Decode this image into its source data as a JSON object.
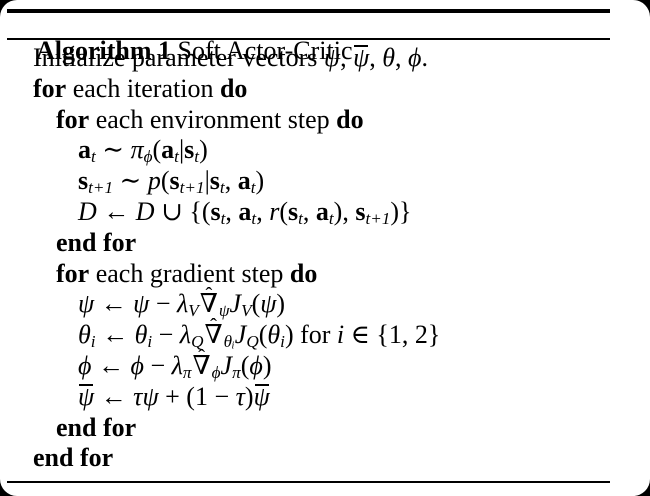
{
  "colors": {
    "background": "#000000",
    "paper": "#ffffff",
    "ink": "#000000"
  },
  "algorithm": {
    "title": {
      "bold": "Algorithm 1",
      "rest": " Soft Actor-Critic"
    },
    "lines": [
      {
        "indent": 1,
        "tokens": [
          {
            "k": "rm",
            "t": "Initialize parameter vectors "
          },
          {
            "k": "it",
            "t": "ψ"
          },
          {
            "k": "rm",
            "t": ", "
          },
          {
            "k": "it",
            "t": "ψ",
            "bar": true
          },
          {
            "k": "rm",
            "t": ", "
          },
          {
            "k": "it",
            "t": "θ"
          },
          {
            "k": "rm",
            "t": ", "
          },
          {
            "k": "it",
            "t": "ϕ"
          },
          {
            "k": "rm",
            "t": "."
          }
        ]
      },
      {
        "indent": 1,
        "tokens": [
          {
            "k": "kw",
            "t": "for"
          },
          {
            "k": "rm",
            "t": " each iteration "
          },
          {
            "k": "kw",
            "t": "do"
          }
        ]
      },
      {
        "indent": 2,
        "tokens": [
          {
            "k": "kw",
            "t": "for"
          },
          {
            "k": "rm",
            "t": " each environment step "
          },
          {
            "k": "kw",
            "t": "do"
          }
        ]
      },
      {
        "indent": 3,
        "tokens": [
          {
            "k": "bf",
            "t": "a"
          },
          {
            "k": "it",
            "t": "t",
            "pos": "sub"
          },
          {
            "k": "rm",
            "t": " ∼ "
          },
          {
            "k": "it",
            "t": "π"
          },
          {
            "k": "it",
            "t": "ϕ",
            "pos": "sub"
          },
          {
            "k": "rm",
            "t": "("
          },
          {
            "k": "bf",
            "t": "a"
          },
          {
            "k": "it",
            "t": "t",
            "pos": "sub"
          },
          {
            "k": "rm",
            "t": "|"
          },
          {
            "k": "bf",
            "t": "s"
          },
          {
            "k": "it",
            "t": "t",
            "pos": "sub"
          },
          {
            "k": "rm",
            "t": ")"
          }
        ]
      },
      {
        "indent": 3,
        "tokens": [
          {
            "k": "bf",
            "t": "s"
          },
          {
            "k": "it",
            "t": "t+1",
            "pos": "sub"
          },
          {
            "k": "rm",
            "t": " ∼ "
          },
          {
            "k": "it",
            "t": "p"
          },
          {
            "k": "rm",
            "t": "("
          },
          {
            "k": "bf",
            "t": "s"
          },
          {
            "k": "it",
            "t": "t+1",
            "pos": "sub"
          },
          {
            "k": "rm",
            "t": "|"
          },
          {
            "k": "bf",
            "t": "s"
          },
          {
            "k": "it",
            "t": "t",
            "pos": "sub"
          },
          {
            "k": "rm",
            "t": ", "
          },
          {
            "k": "bf",
            "t": "a"
          },
          {
            "k": "it",
            "t": "t",
            "pos": "sub"
          },
          {
            "k": "rm",
            "t": ")"
          }
        ]
      },
      {
        "indent": 3,
        "tokens": [
          {
            "k": "it",
            "t": "D",
            "cal": true
          },
          {
            "k": "rm",
            "t": " ← "
          },
          {
            "k": "it",
            "t": "D",
            "cal": true
          },
          {
            "k": "rm",
            "t": " ∪ {("
          },
          {
            "k": "bf",
            "t": "s"
          },
          {
            "k": "it",
            "t": "t",
            "pos": "sub"
          },
          {
            "k": "rm",
            "t": ", "
          },
          {
            "k": "bf",
            "t": "a"
          },
          {
            "k": "it",
            "t": "t",
            "pos": "sub"
          },
          {
            "k": "rm",
            "t": ", "
          },
          {
            "k": "it",
            "t": "r"
          },
          {
            "k": "rm",
            "t": "("
          },
          {
            "k": "bf",
            "t": "s"
          },
          {
            "k": "it",
            "t": "t",
            "pos": "sub"
          },
          {
            "k": "rm",
            "t": ", "
          },
          {
            "k": "bf",
            "t": "a"
          },
          {
            "k": "it",
            "t": "t",
            "pos": "sub"
          },
          {
            "k": "rm",
            "t": "), "
          },
          {
            "k": "bf",
            "t": "s"
          },
          {
            "k": "it",
            "t": "t+1",
            "pos": "sub"
          },
          {
            "k": "rm",
            "t": ")}"
          }
        ]
      },
      {
        "indent": 2,
        "tokens": [
          {
            "k": "kw",
            "t": "end for"
          }
        ]
      },
      {
        "indent": 2,
        "tokens": [
          {
            "k": "kw",
            "t": "for"
          },
          {
            "k": "rm",
            "t": " each gradient step "
          },
          {
            "k": "kw",
            "t": "do"
          }
        ]
      },
      {
        "indent": 3,
        "tokens": [
          {
            "k": "it",
            "t": "ψ"
          },
          {
            "k": "rm",
            "t": " ← "
          },
          {
            "k": "it",
            "t": "ψ"
          },
          {
            "k": "rm",
            "t": " − "
          },
          {
            "k": "it",
            "t": "λ"
          },
          {
            "k": "it",
            "t": "V",
            "pos": "sub"
          },
          {
            "k": "rm",
            "t": "∇",
            "hat": true
          },
          {
            "k": "it",
            "t": "ψ",
            "pos": "sub"
          },
          {
            "k": "it",
            "t": "J"
          },
          {
            "k": "it",
            "t": "V",
            "pos": "sub"
          },
          {
            "k": "rm",
            "t": "("
          },
          {
            "k": "it",
            "t": "ψ"
          },
          {
            "k": "rm",
            "t": ")"
          }
        ]
      },
      {
        "indent": 3,
        "tokens": [
          {
            "k": "it",
            "t": "θ"
          },
          {
            "k": "it",
            "t": "i",
            "pos": "sub"
          },
          {
            "k": "rm",
            "t": " ← "
          },
          {
            "k": "it",
            "t": "θ"
          },
          {
            "k": "it",
            "t": "i",
            "pos": "sub"
          },
          {
            "k": "rm",
            "t": " − "
          },
          {
            "k": "it",
            "t": "λ"
          },
          {
            "k": "it",
            "t": "Q",
            "pos": "sub"
          },
          {
            "k": "rm",
            "t": "∇",
            "hat": true
          },
          {
            "k": "it",
            "t": "θᵢ",
            "pos": "sub"
          },
          {
            "k": "it",
            "t": "J"
          },
          {
            "k": "it",
            "t": "Q",
            "pos": "sub"
          },
          {
            "k": "rm",
            "t": "("
          },
          {
            "k": "it",
            "t": "θ"
          },
          {
            "k": "it",
            "t": "i",
            "pos": "sub"
          },
          {
            "k": "rm",
            "t": ") for "
          },
          {
            "k": "it",
            "t": "i"
          },
          {
            "k": "rm",
            "t": " ∈ {1, 2}"
          }
        ]
      },
      {
        "indent": 3,
        "tokens": [
          {
            "k": "it",
            "t": "ϕ"
          },
          {
            "k": "rm",
            "t": " ← "
          },
          {
            "k": "it",
            "t": "ϕ"
          },
          {
            "k": "rm",
            "t": " − "
          },
          {
            "k": "it",
            "t": "λ"
          },
          {
            "k": "it",
            "t": "π",
            "pos": "sub"
          },
          {
            "k": "rm",
            "t": "∇",
            "hat": true
          },
          {
            "k": "it",
            "t": "ϕ",
            "pos": "sub"
          },
          {
            "k": "it",
            "t": "J"
          },
          {
            "k": "it",
            "t": "π",
            "pos": "sub"
          },
          {
            "k": "rm",
            "t": "("
          },
          {
            "k": "it",
            "t": "ϕ"
          },
          {
            "k": "rm",
            "t": ")"
          }
        ]
      },
      {
        "indent": 3,
        "tokens": [
          {
            "k": "it",
            "t": "ψ",
            "bar": true
          },
          {
            "k": "rm",
            "t": " ← "
          },
          {
            "k": "it",
            "t": "τψ"
          },
          {
            "k": "rm",
            "t": " + (1 − "
          },
          {
            "k": "it",
            "t": "τ"
          },
          {
            "k": "rm",
            "t": ")"
          },
          {
            "k": "it",
            "t": "ψ",
            "bar": true
          }
        ]
      },
      {
        "indent": 2,
        "tokens": [
          {
            "k": "kw",
            "t": "end for"
          }
        ]
      },
      {
        "indent": 1,
        "tokens": [
          {
            "k": "kw",
            "t": "end for"
          }
        ]
      }
    ]
  }
}
